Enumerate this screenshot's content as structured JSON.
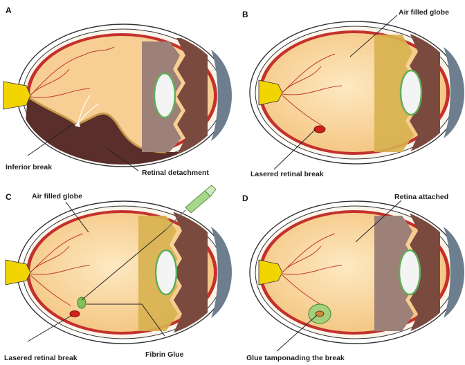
{
  "panels": [
    {
      "letter": "A",
      "labels": {
        "inferior_break": "Inferior break",
        "retinal_detachment": "Retinal detachment"
      }
    },
    {
      "letter": "B",
      "labels": {
        "air_filled_globe": "Air filled globe",
        "lasered_break": "Lasered retinal break"
      }
    },
    {
      "letter": "C",
      "labels": {
        "air_filled_globe": "Air filled globe",
        "fibrin_glue": "Fibrin Glue",
        "lasered_break": "Lasered retinal break"
      }
    },
    {
      "letter": "D",
      "labels": {
        "retina_attached": "Retina attached",
        "glue_tamponading": "Glue tamponading the break"
      }
    }
  ],
  "colors": {
    "globe_fill": "#f7cf94",
    "detachment": "#5a2e2a",
    "choroid": "#7b4a3f",
    "ciliary": "#9d8178",
    "lens": "#f4f4f4",
    "lens_rim": "#5fae5a",
    "cornea": "#6d7f8f",
    "optic_nerve": "#f2d500",
    "vessel": "#c0392b",
    "glue": "#7fc25a",
    "laser_spot": "#d3201b"
  }
}
